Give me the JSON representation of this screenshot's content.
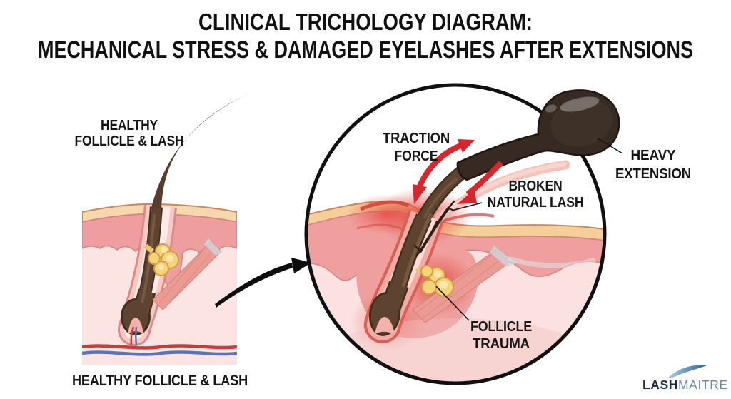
{
  "title": {
    "line1": "CLINICAL TRICHOLOGY DIAGRAM:",
    "line2": "MECHANICAL STRESS & DAMAGED EYELASHES AFTER EXTENSIONS"
  },
  "healthy_panel": {
    "top_label_lines": [
      "HEALTHY",
      "FOLLICLE & LASH"
    ],
    "caption": "HEALTHY FOLLICLE & LASH"
  },
  "damaged_panel": {
    "traction_lines": [
      "TRACTION",
      "FORCE"
    ],
    "broken_lines": [
      "BROKEN",
      "NATURAL LASH"
    ],
    "heavy_lines": [
      "HEAVY",
      "EXTENSION"
    ],
    "trauma_lines": [
      "FOLLICLE",
      "TRAUMA"
    ]
  },
  "logo": {
    "primary": "LASH",
    "secondary": "MAITRE"
  },
  "colors": {
    "background": "#ffffff",
    "title_text": "#111111",
    "label_text": "#161616",
    "arrow_red": "#d8262c",
    "black_arrow": "#0d0d0d",
    "lash_brown": "#5e4430",
    "extension_dark": "#362a22",
    "epidermis_tan": "#f5d8ae",
    "dermis_pink": "#ee9e9e",
    "skin_light_pink": "#fbe1e0",
    "inflammation_red": "#e23d2e",
    "gland_yellow": "#f5d37a",
    "muscle_pink": "#ec9b93",
    "vessel_red": "#cb3a3c",
    "vessel_blue": "#5974bc",
    "logo_primary": "#1c2b50",
    "logo_secondary": "#6c87a3"
  }
}
